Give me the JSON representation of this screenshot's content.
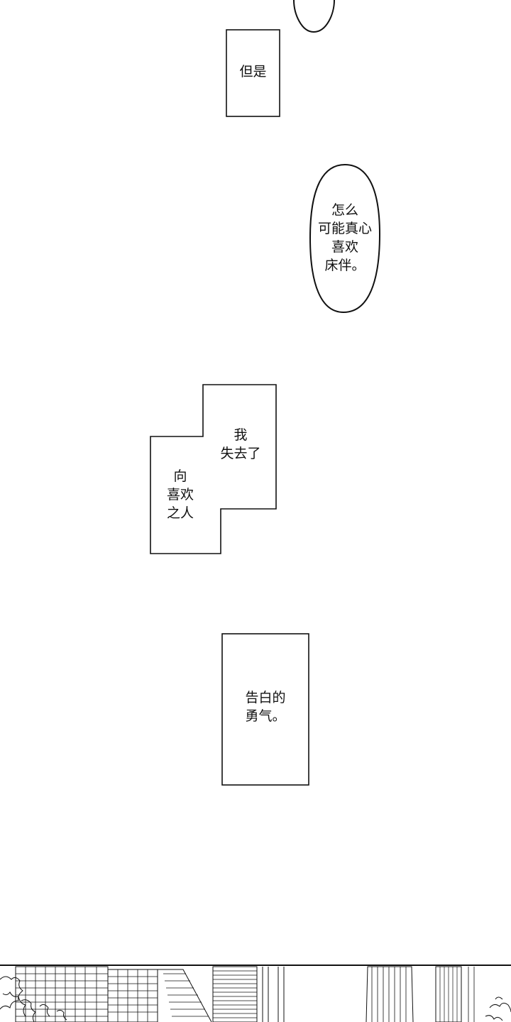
{
  "panels": {
    "box_1": {
      "lines": [
        "但是"
      ]
    },
    "bubble_1": {
      "lines": [
        "怎么",
        "可能真心",
        "喜欢",
        "床伴。"
      ]
    },
    "stepped_box": {
      "upper_lines": [
        "我",
        "失去了"
      ],
      "lower_lines": [
        "向",
        "喜欢",
        "之人"
      ]
    },
    "box_2": {
      "lines": [
        "告白的",
        "勇气。"
      ]
    }
  },
  "colors": {
    "ink": "#111111",
    "paper": "#ffffff"
  }
}
